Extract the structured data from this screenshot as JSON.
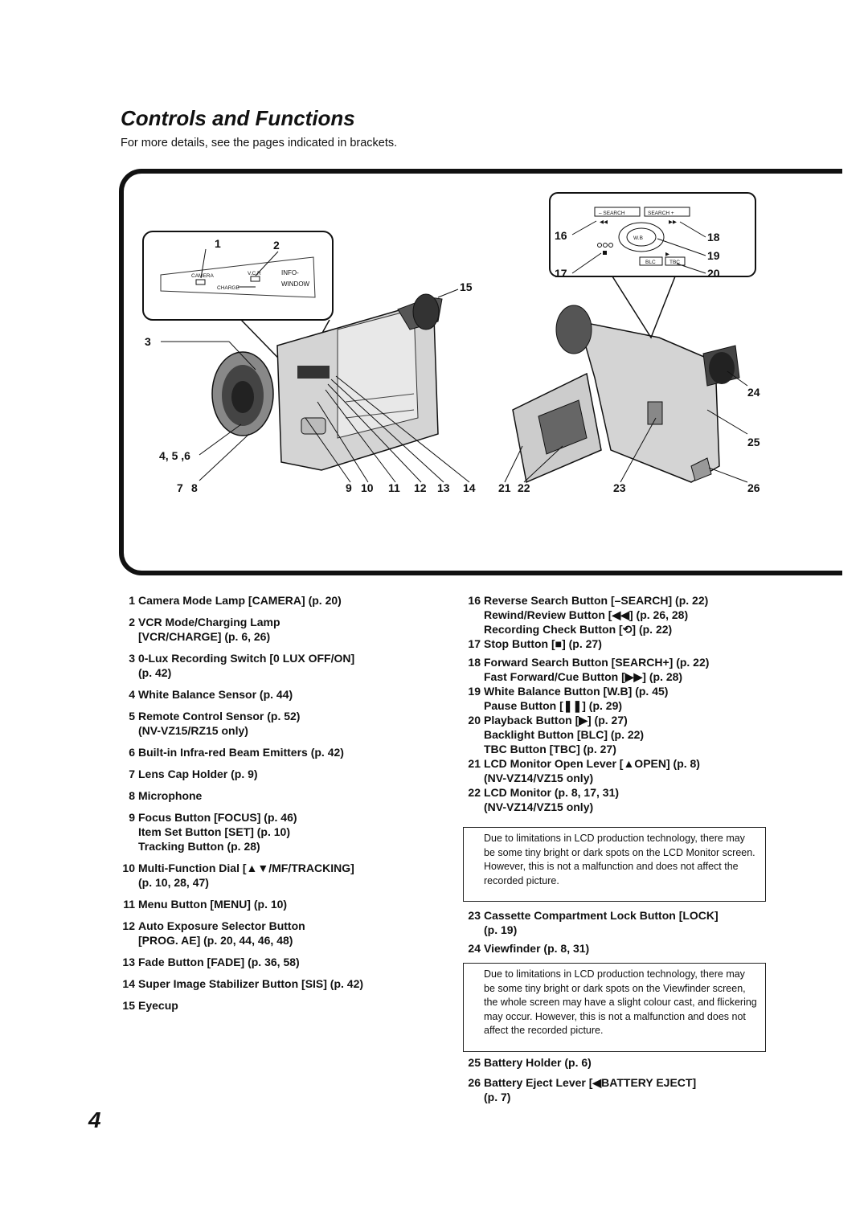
{
  "title": "Controls and Functions",
  "subtitle": "For more details, see the pages indicated in brackets.",
  "page_number": "4",
  "figure": {
    "callouts": [
      "1",
      "2",
      "3",
      "4, 5 ,6",
      "7",
      "8",
      "9",
      "10",
      "11",
      "12",
      "13",
      "14",
      "15",
      "16",
      "17",
      "18",
      "19",
      "20",
      "21",
      "22",
      "23",
      "24",
      "25",
      "26"
    ],
    "info_window": {
      "camera": "CAMERA",
      "vcr": "V.C.R",
      "charge": "CHARGE",
      "info": "INFO-",
      "window": "WINDOW"
    },
    "button_panel": {
      "search_minus": "– SEARCH",
      "search_plus": "SEARCH +",
      "wb": "W.B",
      "blc": "BLC",
      "tbc": "TBC"
    }
  },
  "left_items": [
    {
      "num": "1",
      "lines": [
        "Camera Mode Lamp [CAMERA] (p. 20)"
      ]
    },
    {
      "num": "2",
      "lines": [
        "VCR Mode/Charging Lamp",
        "[VCR/CHARGE] (p. 6, 26)"
      ]
    },
    {
      "num": "3",
      "lines": [
        "0-Lux Recording Switch [0 LUX OFF/ON]",
        "(p. 42)"
      ]
    },
    {
      "num": "4",
      "lines": [
        "White Balance Sensor (p. 44)"
      ]
    },
    {
      "num": "5",
      "lines": [
        "Remote Control Sensor (p. 52)",
        "(NV-VZ15/RZ15 only)"
      ]
    },
    {
      "num": "6",
      "lines": [
        "Built-in Infra-red Beam Emitters (p. 42)"
      ]
    },
    {
      "num": "7",
      "lines": [
        "Lens Cap Holder (p. 9)"
      ]
    },
    {
      "num": "8",
      "lines": [
        "Microphone"
      ]
    },
    {
      "num": "9",
      "lines": [
        "Focus Button [FOCUS] (p. 46)",
        "Item Set Button [SET] (p. 10)",
        "Tracking Button (p. 28)"
      ]
    },
    {
      "num": "10",
      "lines": [
        "Multi-Function Dial [▲▼/MF/TRACKING]",
        "(p. 10, 28, 47)"
      ]
    },
    {
      "num": "11",
      "lines": [
        "Menu Button [MENU] (p. 10)"
      ]
    },
    {
      "num": "12",
      "lines": [
        "Auto Exposure Selector Button",
        "[PROG. AE] (p. 20, 44, 46, 48)"
      ]
    },
    {
      "num": "13",
      "lines": [
        "Fade Button [FADE] (p. 36, 58)"
      ]
    },
    {
      "num": "14",
      "lines": [
        "Super Image Stabilizer Button [SIS] (p. 42)"
      ]
    },
    {
      "num": "15",
      "lines": [
        "Eyecup"
      ]
    }
  ],
  "right_items_a": [
    {
      "num": "16",
      "lines": [
        "Reverse Search Button [–SEARCH] (p. 22)",
        "Rewind/Review Button [◀◀] (p. 26, 28)",
        "Recording Check Button [⟲] (p. 22)"
      ]
    },
    {
      "num": "17",
      "lines": [
        "Stop Button [■] (p. 27)"
      ]
    },
    {
      "num": "18",
      "lines": [
        "Forward Search Button [SEARCH+] (p. 22)",
        "Fast Forward/Cue Button [▶▶] (p. 28)"
      ]
    },
    {
      "num": "19",
      "lines": [
        "White Balance Button [W.B] (p. 45)",
        "Pause Button [❚❚] (p. 29)"
      ]
    },
    {
      "num": "20",
      "lines": [
        "Playback Button [▶] (p. 27)",
        "Backlight Button [BLC] (p. 22)",
        "TBC Button [TBC] (p. 27)"
      ]
    },
    {
      "num": "21",
      "lines": [
        "LCD Monitor Open Lever [▲OPEN] (p. 8)",
        "(NV-VZ14/VZ15 only)"
      ]
    },
    {
      "num": "22",
      "lines": [
        "LCD Monitor (p. 8, 17, 31)",
        "(NV-VZ14/VZ15 only)"
      ]
    }
  ],
  "note_lcd": "Due to limitations in LCD production technology, there may be some tiny bright or dark spots on the LCD Monitor screen. However, this is not a malfunction and does not affect the recorded picture.",
  "right_items_b": [
    {
      "num": "23",
      "lines": [
        "Cassette Compartment Lock Button [LOCK]",
        "(p. 19)"
      ]
    },
    {
      "num": "24",
      "lines": [
        "Viewfinder (p. 8, 31)"
      ]
    }
  ],
  "note_viewfinder": "Due to limitations in LCD production technology, there may be some tiny bright or dark spots on the Viewfinder screen, the whole screen may have a slight colour cast, and flickering may occur. However, this is not a malfunction and does not affect the recorded picture.",
  "right_items_c": [
    {
      "num": "25",
      "lines": [
        "Battery Holder (p. 6)"
      ]
    },
    {
      "num": "26",
      "lines": [
        "Battery Eject Lever [◀BATTERY EJECT]",
        "(p. 7)"
      ]
    }
  ]
}
